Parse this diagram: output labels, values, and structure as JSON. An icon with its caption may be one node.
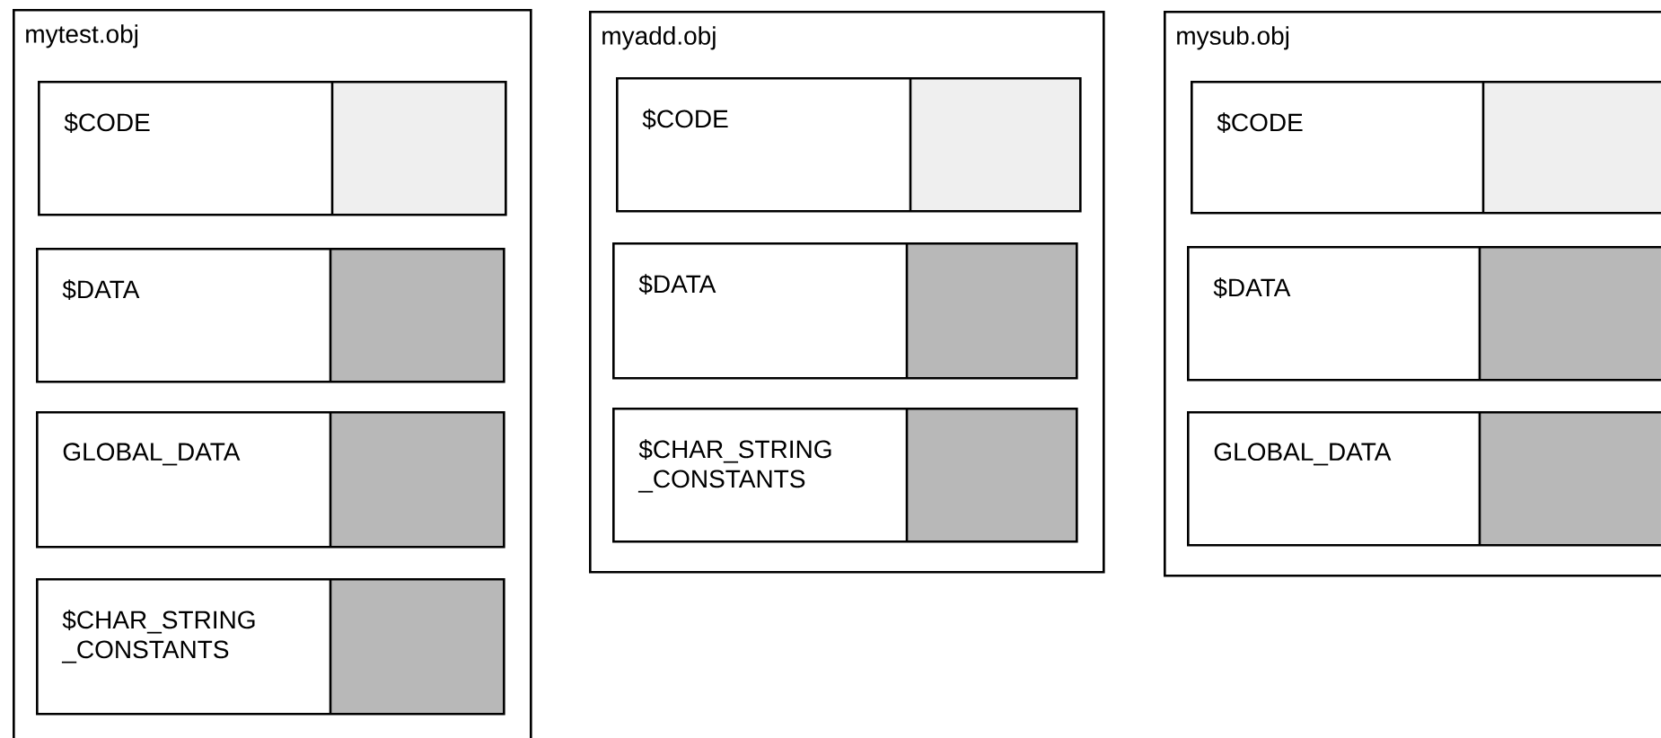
{
  "diagram": {
    "nodes": [
      {
        "text": [
          "mytest.obj"
        ]
      },
      {
        "text": [
          "$CODE"
        ],
        "in": 0
      },
      {
        "text": [
          "$DATA"
        ],
        "in": 0
      },
      {
        "text": [
          "GLOBAL_DATA"
        ],
        "in": 0
      },
      {
        "text": [
          "$CHAR_STRING _CONSTANTS"
        ],
        "in": 0
      },
      {
        "text": [
          "myadd.obj"
        ]
      },
      {
        "text": [
          "$CODE"
        ],
        "in": 5
      },
      {
        "text": [
          "$DATA"
        ],
        "in": 5
      },
      {
        "text": [
          "$CHAR_STRING _CONSTANTS"
        ],
        "in": 5
      },
      {
        "text": [
          "mysub.obj"
        ]
      },
      {
        "text": [
          "$CODE"
        ],
        "in": 9
      },
      {
        "text": [
          "$DATA"
        ],
        "in": 9
      },
      {
        "text": [
          "GLOBAL_DATA"
        ],
        "in": 9
      }
    ]
  }
}
